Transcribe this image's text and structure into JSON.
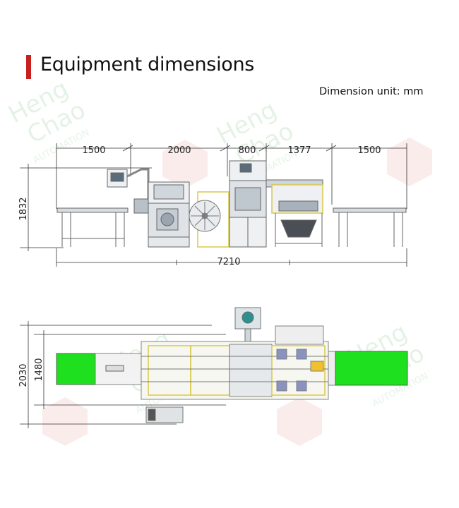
{
  "header": {
    "title": "Equipment dimensions",
    "unit_note": "Dimension unit: mm",
    "accent_color": "#c8201e"
  },
  "watermark": {
    "line1": "Heng",
    "line2": "Chao",
    "line3": "AUTOMATION",
    "color": "#2e9e3c"
  },
  "front_view": {
    "segment_dims": [
      "1500",
      "2000",
      "800",
      "1377",
      "1500"
    ],
    "height_dim": "1832",
    "total_length": "7210"
  },
  "top_view": {
    "outer_width": "2030",
    "inner_width": "1480",
    "conveyor_color": "#1ee01e"
  }
}
